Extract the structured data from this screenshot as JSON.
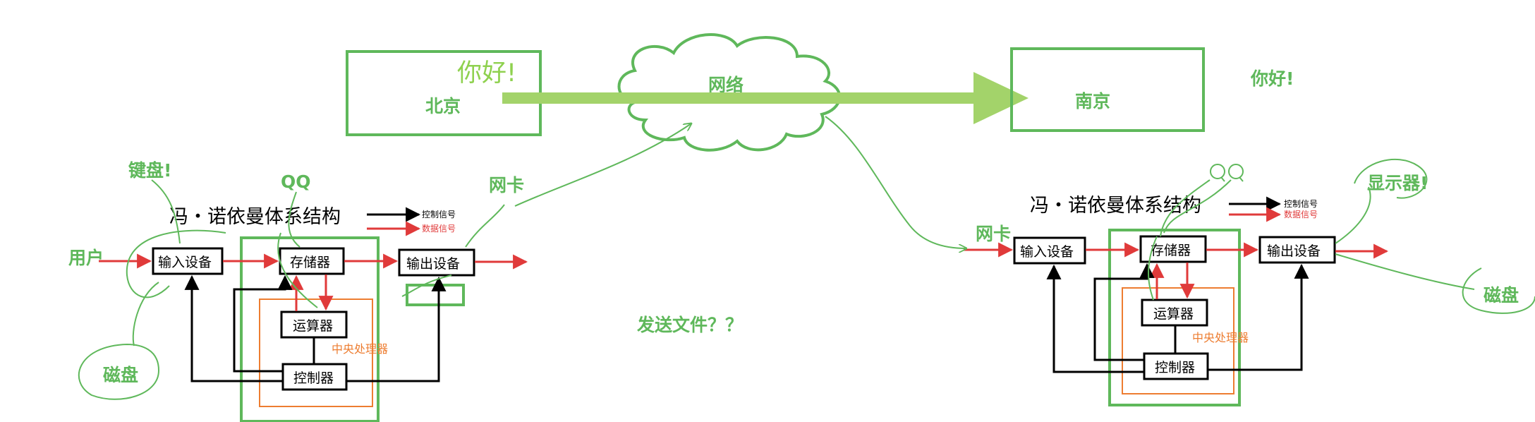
{
  "network": {
    "beijing": "北京",
    "nanjing": "南京",
    "cloud": "网络",
    "hello_left": "你好!",
    "hello_right": "你好!"
  },
  "left": {
    "title": "冯・诺依曼体系结构",
    "legend_control": "控制信号",
    "legend_data": "数据信号",
    "input": "输入设备",
    "storage": "存储器",
    "output": "输出设备",
    "alu": "运算器",
    "controller": "控制器",
    "cpu": "中央处理器",
    "note_keyboard": "键盘!",
    "note_qq": "QQ",
    "note_nic": "网卡",
    "note_user": "用户",
    "note_disk": "磁盘"
  },
  "center": {
    "question": "发送文件？？"
  },
  "right": {
    "title": "冯・诺依曼体系结构",
    "legend_control": "控制信号",
    "legend_data": "数据信号",
    "input": "输入设备",
    "storage": "存储器",
    "output": "输出设备",
    "alu": "运算器",
    "controller": "控制器",
    "cpu": "中央处理器",
    "note_qq": "QQ",
    "note_nic": "网卡",
    "note_display": "显示器!",
    "note_disk": "磁盘"
  },
  "colors": {
    "green": "#5fb85b",
    "light_green": "#92d050",
    "red": "#e03a3a",
    "orange": "#ed7d31",
    "black": "#000000"
  }
}
